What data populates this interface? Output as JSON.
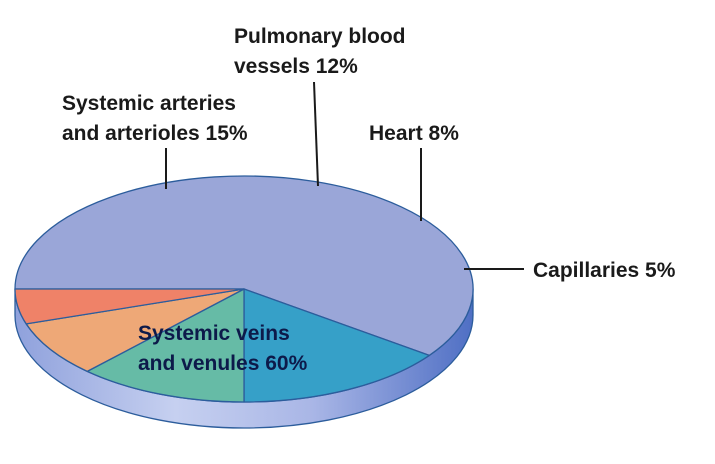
{
  "chart_data": {
    "type": "pie",
    "title": "",
    "slices": [
      {
        "label": "Systemic veins and venules 60%",
        "lines": [
          "Systemic veins",
          "and venules 60%"
        ],
        "value": 60,
        "color": "#9aa6d8"
      },
      {
        "label": "Systemic arteries and arterioles 15%",
        "lines": [
          "Systemic arteries",
          "and arterioles 15%"
        ],
        "value": 15,
        "color": "#36a0c8"
      },
      {
        "label": "Pulmonary blood vessels 12%",
        "lines": [
          "Pulmonary blood",
          "vessels 12%"
        ],
        "value": 12,
        "color": "#66bba6"
      },
      {
        "label": "Heart 8%",
        "lines": [
          "Heart 8%"
        ],
        "value": 8,
        "color": "#eea877"
      },
      {
        "label": "Capillaries 5%",
        "lines": [
          "Capillaries 5%"
        ],
        "value": 5,
        "color": "#ef8268"
      }
    ],
    "side_color": "#6e84c8",
    "legend": "none"
  }
}
